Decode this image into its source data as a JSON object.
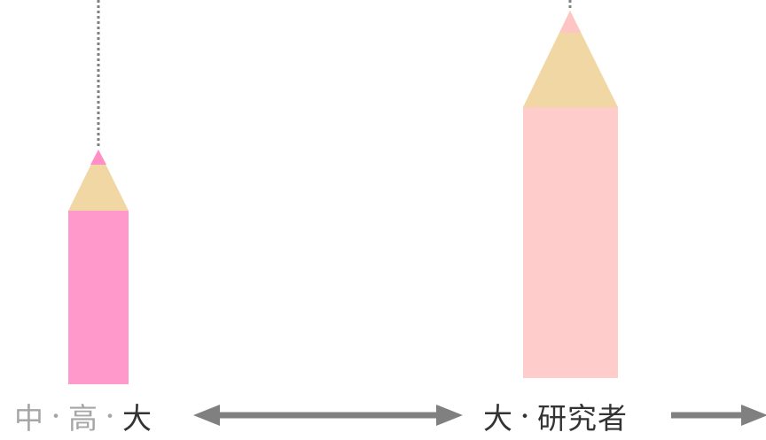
{
  "colors": {
    "pencil_small_body": "#FF99CC",
    "pencil_small_tip": "#FF8FC4",
    "pencil_large_body": "#FFCCCC",
    "pencil_large_tip": "#FFC4C4",
    "pencil_wood": "#F0D7A3",
    "dotted_line": "#808080",
    "arrow": "#808080",
    "label_muted": "#A6A6A6",
    "label_dark": "#333333"
  },
  "labels": {
    "left": {
      "part1": "中",
      "sep1": "・",
      "part2": "高",
      "sep2": "・",
      "part3": "大"
    },
    "right": {
      "part1": "大",
      "sep": "・",
      "part2": "研究者"
    }
  },
  "icons": {
    "left_pencil": "pencil-icon",
    "right_pencil": "pencil-icon",
    "middle_arrow": "double-arrow-icon",
    "right_arrow": "arrow-right-icon"
  }
}
